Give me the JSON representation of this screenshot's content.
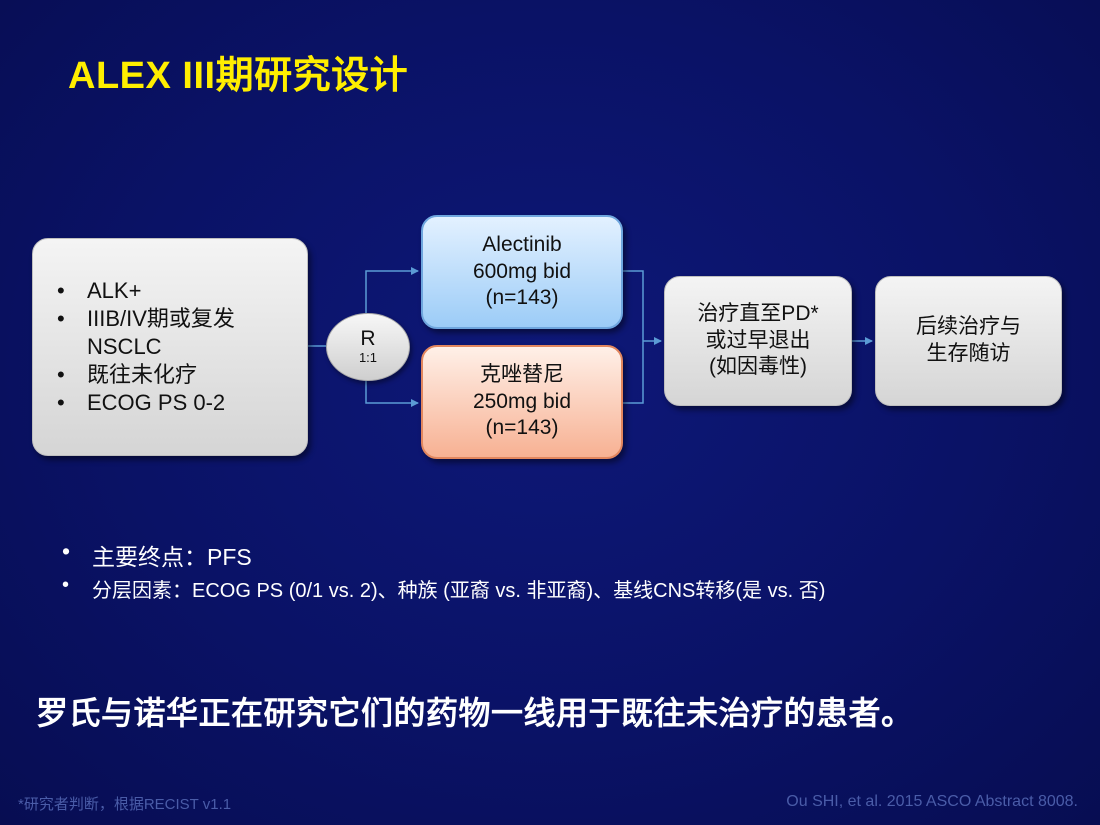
{
  "title": "ALEX III期研究设计",
  "criteria": {
    "items": [
      "ALK+",
      "IIIB/IV期或复发",
      "NSCLC",
      "既往未化疗",
      "ECOG PS 0-2"
    ]
  },
  "randomization": {
    "label": "R",
    "ratio": "1:1"
  },
  "arm1": {
    "drug": "Alectinib",
    "dose": "600mg bid",
    "n": "(n=143)",
    "color": "#9cccf7"
  },
  "arm2": {
    "drug": "克唑替尼",
    "dose": "250mg bid",
    "n": "(n=143)",
    "color": "#f7b193"
  },
  "treatment": {
    "line1": "治疗直至PD*",
    "line2": "或过早退出",
    "line3": "(如因毒性)"
  },
  "followup": {
    "line1": "后续治疗与",
    "line2": "生存随访"
  },
  "bullets": {
    "endpoint": "主要终点：PFS",
    "stratification": "分层因素：ECOG PS (0/1 vs. 2)、种族 (亚裔 vs. 非亚裔)、基线CNS转移(是 vs. 否)"
  },
  "headline": "罗氏与诺华正在研究它们的药物一线用于既往未治疗的患者。",
  "footnote": "*研究者判断，根据RECIST v1.1",
  "citation": "Ou SHI, et al. 2015 ASCO Abstract 8008.",
  "colors": {
    "title": "#ffee00",
    "background": "#0a1266",
    "connector": "#5b9bd5"
  }
}
